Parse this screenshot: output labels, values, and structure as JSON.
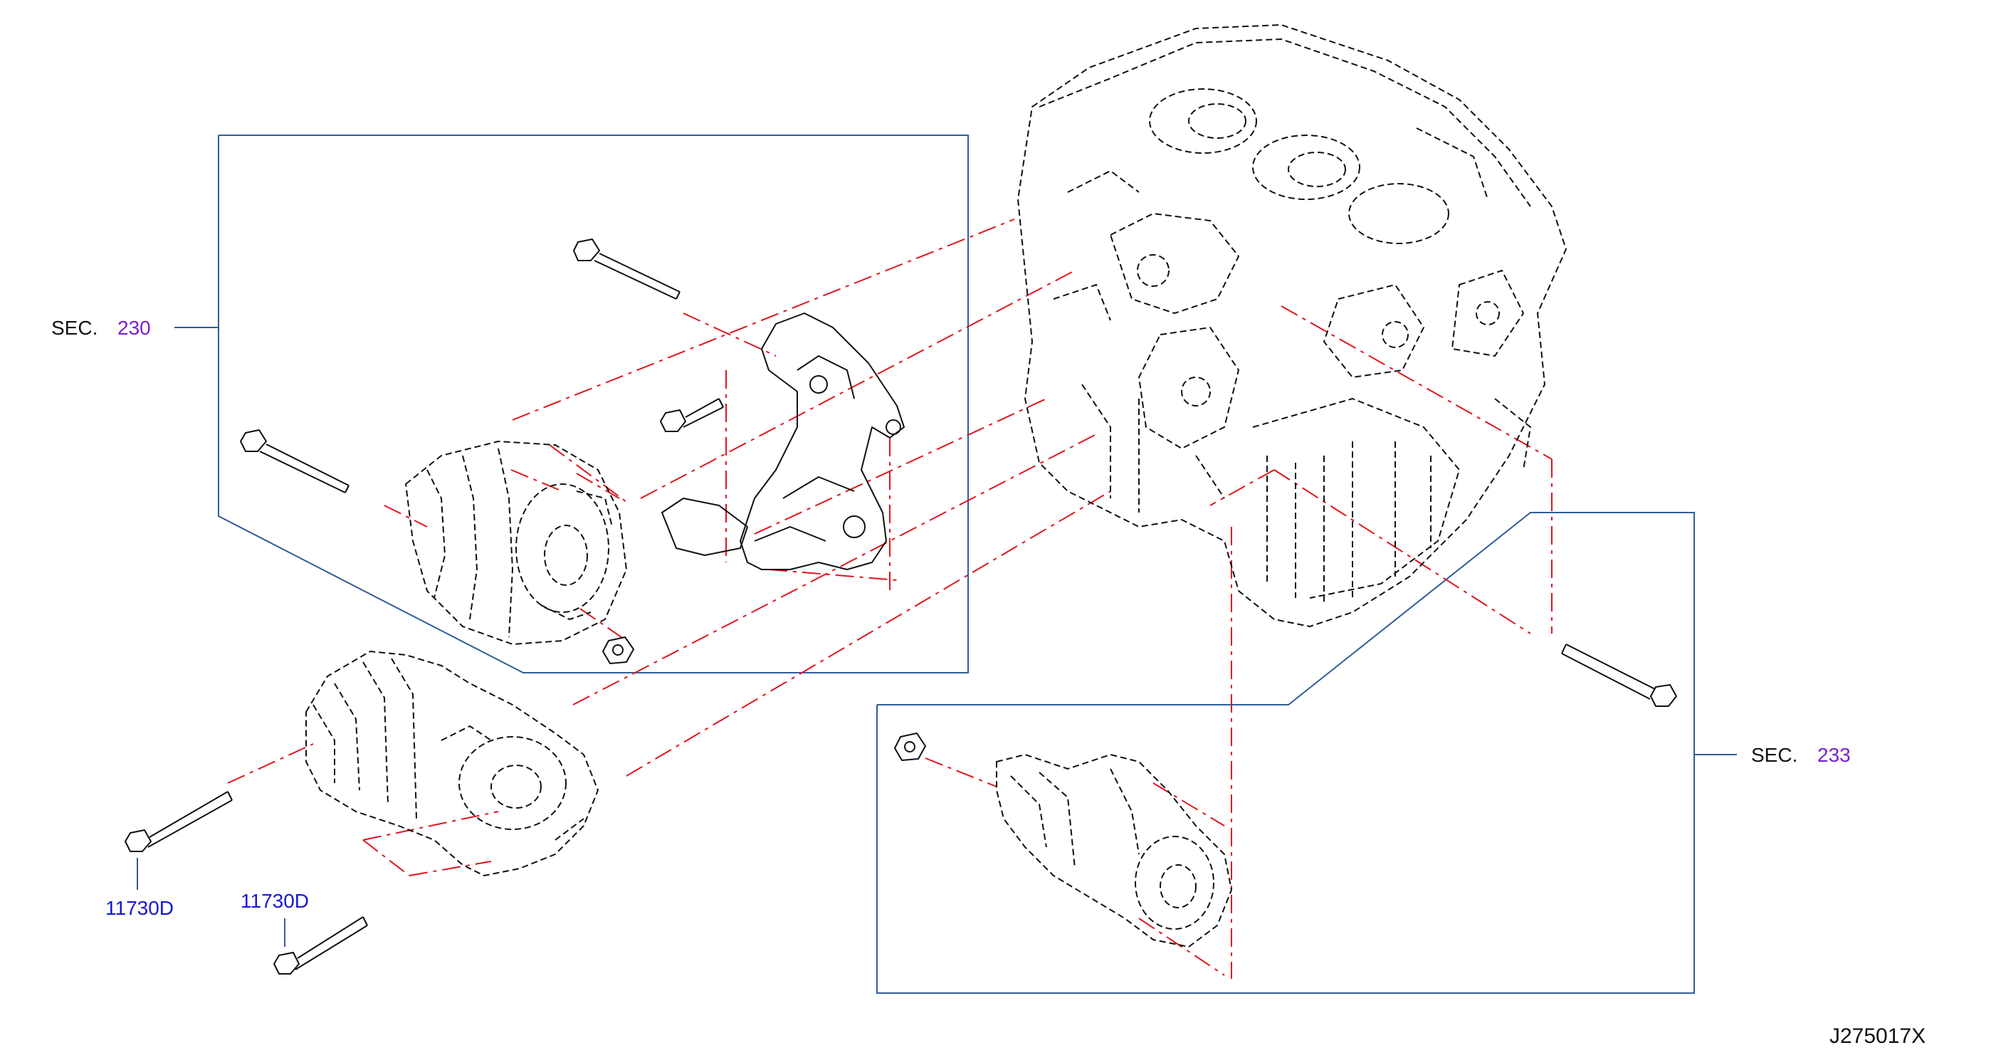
{
  "diagram": {
    "drawing_code": "J275017X",
    "callouts": {
      "sec_230": {
        "prefix": "SEC.",
        "number": "230"
      },
      "sec_233": {
        "prefix": "SEC.",
        "number": "233"
      },
      "bolt_upper_left": "11730D",
      "bolt_lower": "11730D"
    },
    "colors": {
      "line": "#111111",
      "frame": "#2f5d9a",
      "leader": "#e0151d",
      "sec_number": "#7a1fd6",
      "part_number": "#1717d4"
    }
  }
}
